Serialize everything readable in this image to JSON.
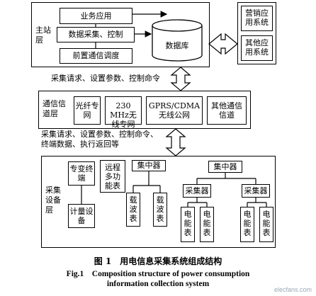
{
  "main_station": {
    "label": "主站层",
    "business": "业务应用",
    "collect": "数据采集、控制",
    "precomm": "前置通信调度",
    "database": "数据库"
  },
  "external": {
    "marketing": "营销应用系统",
    "other": "其他应用系统"
  },
  "arrow1_text": "采集请求、设置参数、控制命令",
  "channel": {
    "label": "通信信道层",
    "items": [
      "光纤专网",
      "230 MHz无线专网",
      "GPRS/CDMA无线公网",
      "其他通信信道"
    ]
  },
  "arrow2_text": "采集请求、设置参数、控制命令、终端数据、执行返回等",
  "collect_layer": {
    "label": "采集设备层",
    "transformer": "专变终端",
    "remote": "远程多功能表",
    "meter": "计量设备",
    "concentrator1": "集中器",
    "carrier1": "载波表",
    "carrier2": "载波表",
    "concentrator2": "集中器",
    "collector1": "采集器",
    "collector2": "采集器",
    "emeter1": "电能表",
    "emeter2": "电能表",
    "emeter3": "电能表",
    "emeter4": "电能表"
  },
  "caption": {
    "cn": "图 1　用电信息采集系统组成结构",
    "en1": "Fig.1　Composition structure of power consumption",
    "en2": "information collection system"
  },
  "watermark": "elecfans.com"
}
